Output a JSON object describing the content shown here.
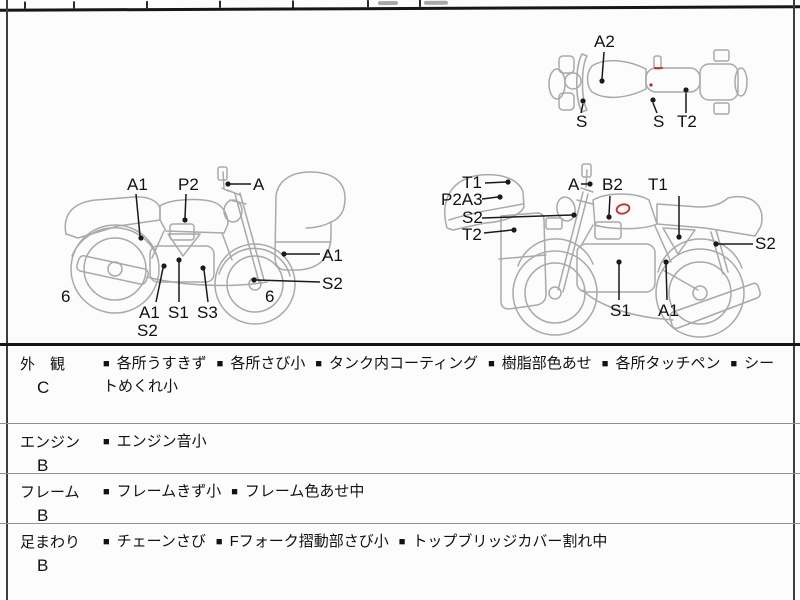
{
  "diagrams": {
    "top_view": {
      "label_a2_tank": "A2",
      "label_s_handlebar": "S",
      "label_s_seat": "S",
      "label_t2_seat": "T2"
    },
    "left_view": {
      "label_a1_top": "A1",
      "label_p2_tank": "P2",
      "label_a_mirror": "A",
      "label_a1_cowl": "A1",
      "label_s2_front_wheel": "S2",
      "tread_depth_rear": "6",
      "tread_depth_front": "6",
      "label_a1_muffler": "A1",
      "label_s2_muffler": "S2",
      "label_s1_engine": "S1",
      "label_s3_exhaust": "S3"
    },
    "right_view": {
      "label_t1_screen": "T1",
      "label_p2a3_cowl": "P2A3",
      "label_s2_fork": "S2",
      "label_t2_cowl": "T2",
      "label_a_mirror": "A",
      "label_b2_tank": "B2",
      "label_t1_side": "T1",
      "label_s2_shock": "S2",
      "label_s1_engine": "S1",
      "label_a1_frame": "A1"
    }
  },
  "condition_table": {
    "bullet": "■",
    "rows": [
      {
        "category": "外　観",
        "grade": "C",
        "items": [
          "各所うすきず",
          "各所さび小",
          "タンク内コーティング",
          "樹脂部色あせ",
          "各所タッチペン",
          "シートめくれ小"
        ]
      },
      {
        "category": "エンジン",
        "grade": "B",
        "items": [
          "エンジン音小"
        ]
      },
      {
        "category": "フレーム",
        "grade": "B",
        "items": [
          "フレームきず小",
          "フレーム色あせ中"
        ]
      },
      {
        "category": "足まわり",
        "grade": "B",
        "items": [
          "チェーンさび",
          "Fフォーク摺動部さび小",
          "トップブリッジカバー割れ中"
        ]
      }
    ]
  },
  "colors": {
    "outline_gray": "#a9a9a9",
    "callout_black": "#1a1a1a",
    "red_mark": "#c03030"
  }
}
